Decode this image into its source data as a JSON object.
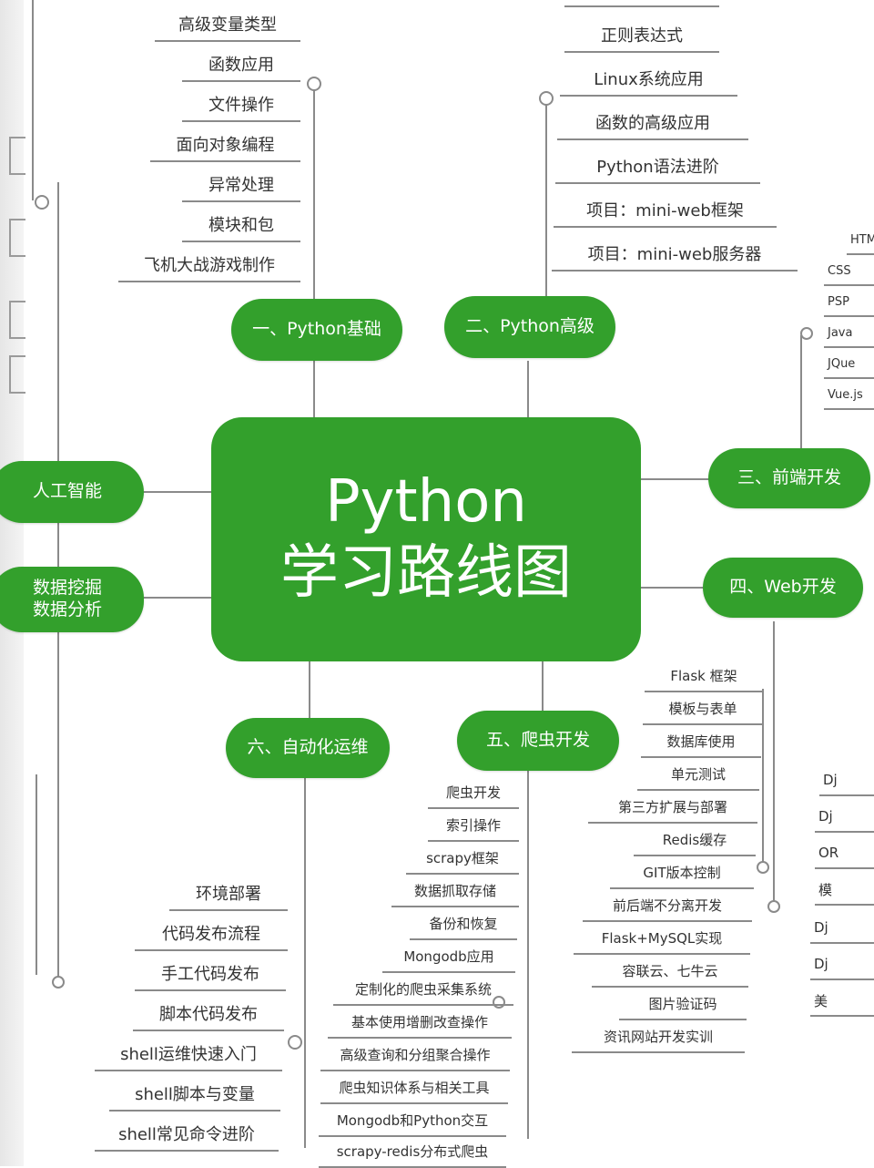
{
  "center": {
    "line1": "Python",
    "line2": "学习路线图"
  },
  "branches": {
    "b1": "一、Python基础",
    "b2": "二、Python高级",
    "b3": "三、前端开发",
    "b4": "四、Web开发",
    "b5": "五、爬虫开发",
    "b6": "六、自动化运维",
    "ai": "人工智能",
    "data_l1": "数据挖掘",
    "data_l2": "数据分析"
  },
  "python_basics": [
    "高级变量类型",
    "函数应用",
    "文件操作",
    "面向对象编程",
    "异常处理",
    "模块和包",
    "飞机大战游戏制作"
  ],
  "python_advanced": [
    "正则表达式",
    "Linux系统应用",
    "函数的高级应用",
    "Python语法进阶",
    "项目：mini-web框架",
    "项目：mini-web服务器"
  ],
  "frontend": [
    "HTML",
    "CSS",
    "PSP",
    "Java",
    "JQue",
    "Vue.js"
  ],
  "web_dev": [
    "Flask 框架",
    "模板与表单",
    "数据库使用",
    "单元测试",
    "第三方扩展与部署",
    "Redis缓存",
    "GIT版本控制",
    "前后端不分离开发",
    "Flask+MySQL实现",
    "容联云、七牛云",
    "图片验证码",
    "资讯网站开发实训"
  ],
  "django": [
    "Dj",
    "Dj",
    "OR",
    "模",
    "Dj",
    "Dj",
    "美"
  ],
  "crawler": [
    "爬虫开发",
    "索引操作",
    "scrapy框架",
    "数据抓取存储",
    "备份和恢复",
    "Mongodb应用",
    "定制化的爬虫采集系统",
    "基本使用增删改查操作",
    "高级查询和分组聚合操作",
    "爬虫知识体系与相关工具",
    "Mongodb和Python交互",
    "scrapy-redis分布式爬虫"
  ],
  "devops": [
    "环境部署",
    "代码发布流程",
    "手工代码发布",
    "脚本代码发布",
    "shell运维快速入门",
    "shell脚本与变量",
    "shell常见命令进阶"
  ]
}
